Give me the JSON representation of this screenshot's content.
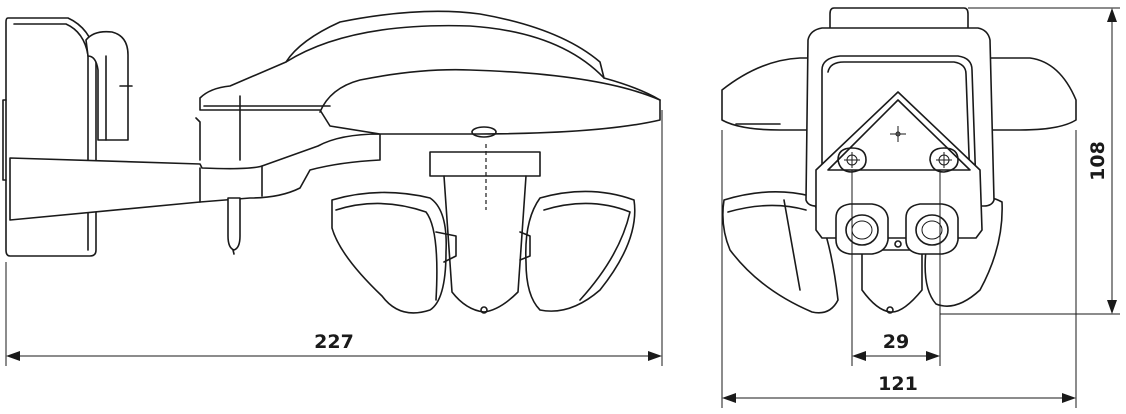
{
  "dimensions": {
    "side_width": "227",
    "front_height": "108",
    "mount_spacing": "29",
    "front_width": "121"
  }
}
